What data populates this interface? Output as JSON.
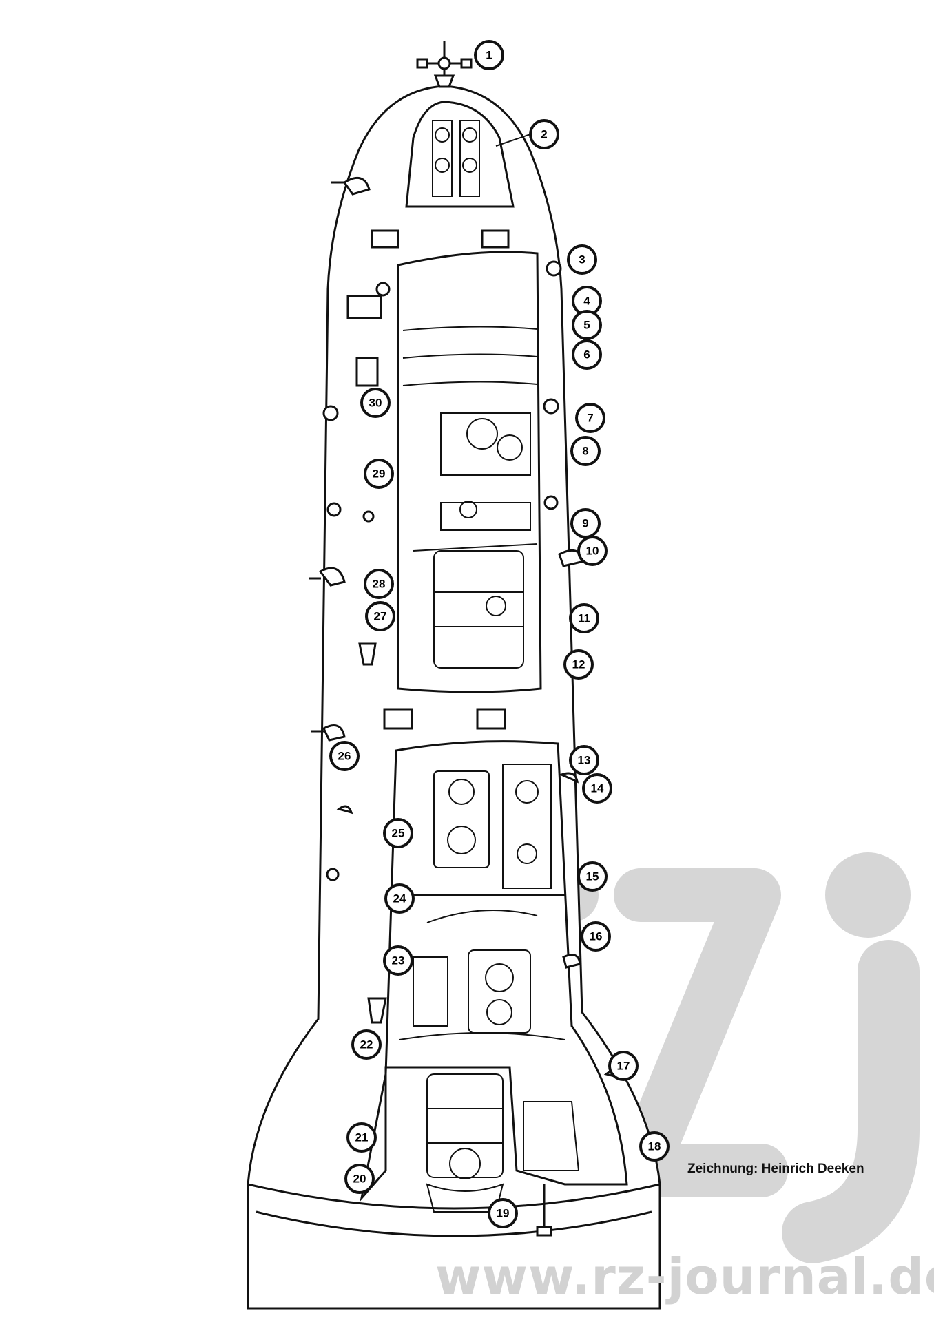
{
  "credit": "Zeichnung: Heinrich Deeken",
  "watermark": {
    "logo": "rzj",
    "url": "www.rz-journal.de"
  },
  "callouts": [
    "1",
    "2",
    "3",
    "4",
    "5",
    "6",
    "7",
    "8",
    "9",
    "10",
    "11",
    "12",
    "13",
    "14",
    "15",
    "16",
    "17",
    "18",
    "19",
    "20",
    "21",
    "22",
    "23",
    "24",
    "25",
    "26",
    "27",
    "28",
    "29",
    "30"
  ],
  "colors": {
    "ink": "#111111",
    "watermark": "#d2d2d2",
    "paper": "#ffffff"
  }
}
